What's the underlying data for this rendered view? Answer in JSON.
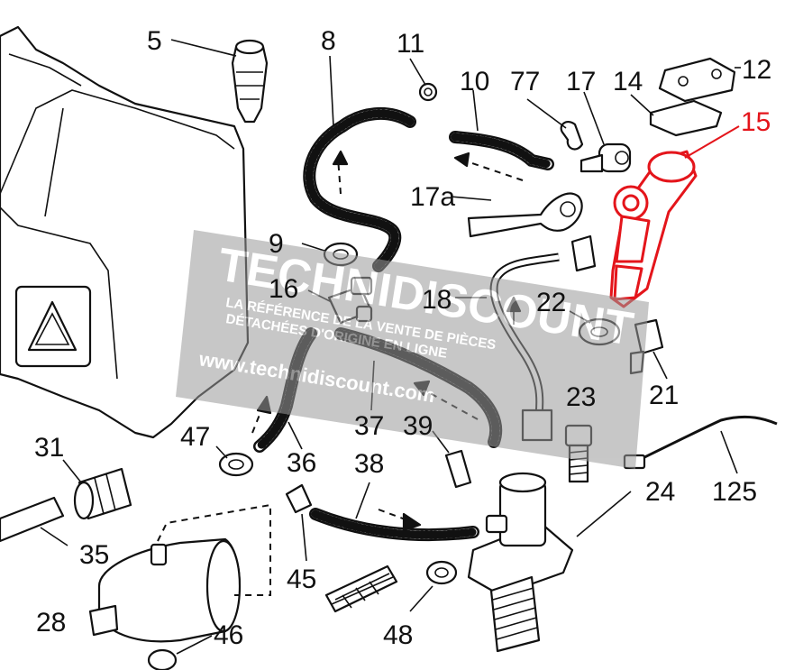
{
  "callouts": {
    "c5": "5",
    "c8": "8",
    "c11": "11",
    "c10": "10",
    "c77": "77",
    "c17": "17",
    "c14": "14",
    "c12": "12",
    "c15": "15",
    "c17a": "17a",
    "c9": "9",
    "c16": "16",
    "c18": "18",
    "c22": "22",
    "c21": "21",
    "c23": "23",
    "c37": "37",
    "c39": "39",
    "c47": "47",
    "c36": "36",
    "c31": "31",
    "c38": "38",
    "c24": "24",
    "c125": "125",
    "c35": "35",
    "c45": "45",
    "c28": "28",
    "c46": "46",
    "c48": "48"
  },
  "watermark": {
    "brand": "TECHNIDISCOUNT",
    "line1": "LA RÉFÉRENCE DE LA VENTE DE PIÈCES",
    "line2": "DÉTACHÉES D'ORIGINE EN LIGNE",
    "url": "www.technidiscount.com"
  },
  "colors": {
    "highlight": "#e4151b",
    "watermark": "#9a9a9a"
  }
}
